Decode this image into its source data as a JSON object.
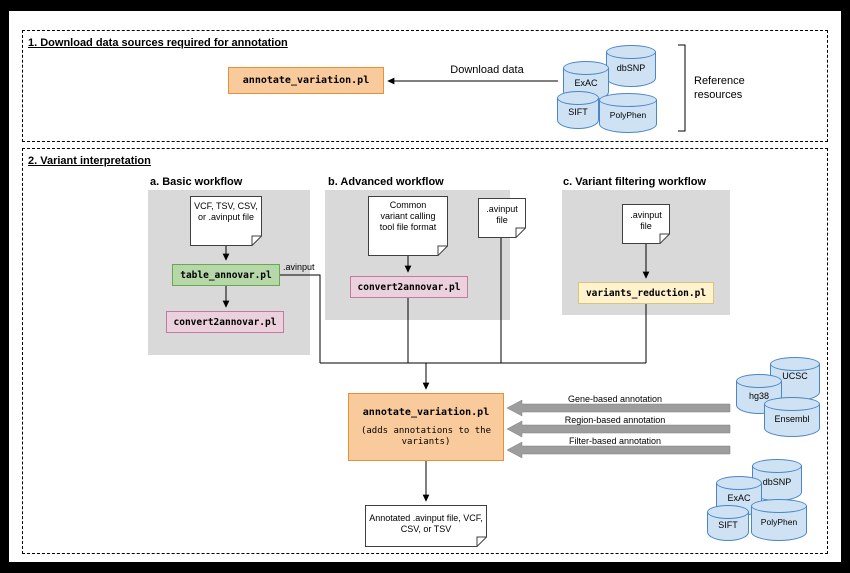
{
  "section1": {
    "title": "1. Download data sources required for annotation",
    "tool_label": "annotate_variation.pl",
    "download_arrow_label": "Download data",
    "reference_label": "Reference resources",
    "databases": [
      {
        "label": "dbSNP"
      },
      {
        "label": "ExAC"
      },
      {
        "label": "PolyPhen"
      },
      {
        "label": "SIFT"
      }
    ]
  },
  "section2": {
    "title": "2. Variant interpretation",
    "workflow_a": {
      "title": "a. Basic workflow",
      "input_doc": "VCF, TSV, CSV, or .avinput file",
      "tool_table_annovar": "table_annovar.pl",
      "tool_convert2annovar": "convert2annovar.pl",
      "edge_label": ".avinput"
    },
    "workflow_b": {
      "title": "b. Advanced workflow",
      "input_doc": "Common variant calling tool file format",
      "tool_convert2annovar": "convert2annovar.pl",
      "avinput_doc": ".avinput file"
    },
    "workflow_c": {
      "title": "c. Variant filtering workflow",
      "input_doc": ".avinput file",
      "tool_variants_reduction": "variants_reduction.pl"
    },
    "annotate_tool": {
      "title": "annotate_variation.pl",
      "subtitle": "(adds annotations to the variants)"
    },
    "annotation_arrows": [
      {
        "label": "Gene-based annotation"
      },
      {
        "label": "Region-based annotation"
      },
      {
        "label": "Filter-based annotation"
      }
    ],
    "genome_databases": [
      {
        "label": "UCSC"
      },
      {
        "label": "hg38"
      },
      {
        "label": "Ensembl"
      }
    ],
    "annotation_databases": [
      {
        "label": "dbSNP"
      },
      {
        "label": "ExAC"
      },
      {
        "label": "PolyPhen"
      },
      {
        "label": "SIFT"
      }
    ],
    "output_doc": "Annotated .avinput file, VCF, CSV, or TSV"
  },
  "colors": {
    "tool_orange": "#f9cb9c",
    "tool_green": "#b6d7a8",
    "tool_pink": "#ead1dc",
    "tool_yellow": "#fff2cc",
    "cylinder_blue": "#cfe2f3",
    "workflow_gray": "#d9d9d9",
    "block_arrow_gray": "#9d9d9d"
  }
}
